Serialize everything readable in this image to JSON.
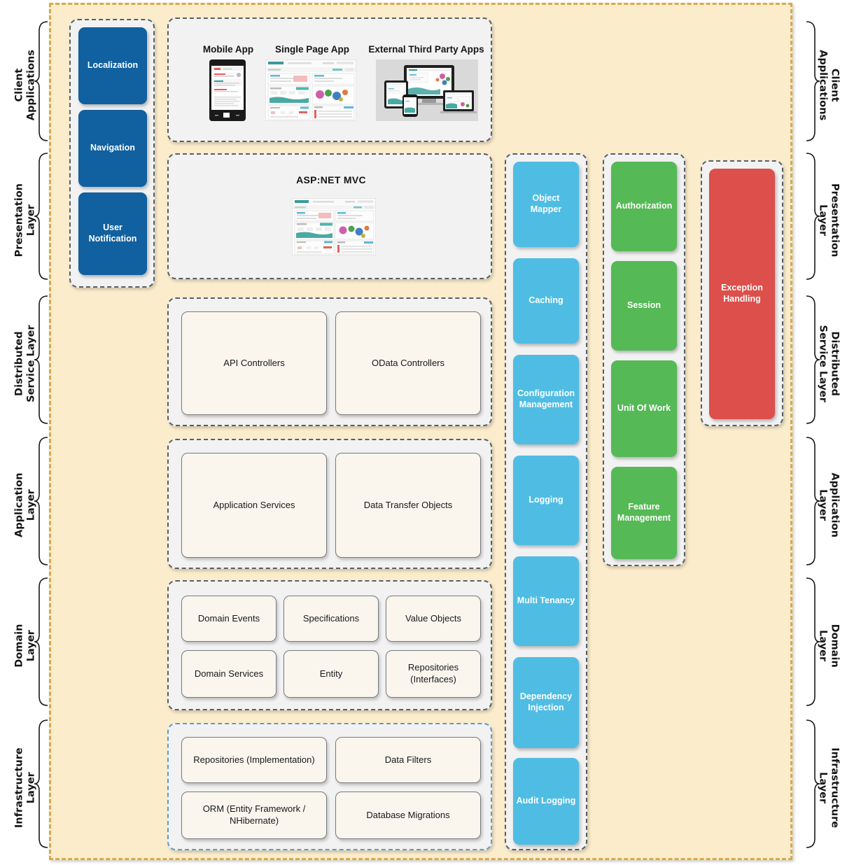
{
  "diagram": {
    "title": "ASP.NET Boilerplate Layered Application Architecture",
    "colors": {
      "canvas_bg": "#fbeccb",
      "canvas_border": "#d8ab47",
      "group_bg": "#f2f2f2",
      "group_border": "#5a5d61",
      "infrastructure_border": "#5b9bd5",
      "navy": "#11609f",
      "cyan": "#4fbde3",
      "green": "#55b956",
      "red": "#dc4f4a",
      "plain_tile": "#faf6ee"
    }
  },
  "left_layers": [
    {
      "label": "Client\nApplications"
    },
    {
      "label": "Presentation\nLayer"
    },
    {
      "label": "Distributed\nService Layer"
    },
    {
      "label": "Application\nLayer"
    },
    {
      "label": "Domain\nLayer"
    },
    {
      "label": "Infrastructure\nLayer"
    }
  ],
  "right_layers": [
    {
      "label": "Client\nApplications"
    },
    {
      "label": "Presentation\nLayer"
    },
    {
      "label": "Distributed\nService Layer"
    },
    {
      "label": "Application\nLayer"
    },
    {
      "label": "Domain\nLayer"
    },
    {
      "label": "Infrastructure\nLayer"
    }
  ],
  "navy_column": {
    "items": [
      {
        "label": "Localization"
      },
      {
        "label": "Navigation"
      },
      {
        "label": "User\nNotification"
      }
    ]
  },
  "client_applications": {
    "items": [
      {
        "label": "Mobile App",
        "art": "phone-screenshot"
      },
      {
        "label": "Single Page App",
        "art": "browser-dashboard-screenshot"
      },
      {
        "label": "External Third Party Apps",
        "art": "multi-device-screenshot"
      }
    ]
  },
  "presentation": {
    "title": "ASP:NET MVC",
    "art": "browser-dashboard-screenshot"
  },
  "distributed_service_layer": {
    "items": [
      {
        "label": "API Controllers"
      },
      {
        "label": "OData Controllers"
      }
    ]
  },
  "application_layer": {
    "items": [
      {
        "label": "Application Services"
      },
      {
        "label": "Data Transfer Objects"
      }
    ]
  },
  "domain_layer": {
    "items": [
      {
        "label": "Domain Events"
      },
      {
        "label": "Specifications"
      },
      {
        "label": "Value Objects"
      },
      {
        "label": "Domain Services"
      },
      {
        "label": "Entity"
      },
      {
        "label": "Repositories\n(Interfaces)"
      }
    ]
  },
  "infrastructure_layer": {
    "items": [
      {
        "label": "Repositories (Implementation)"
      },
      {
        "label": "Data Filters"
      },
      {
        "label": "ORM (Entity Framework /\nNHibernate)"
      },
      {
        "label": "Database Migrations"
      }
    ]
  },
  "cyan_column": {
    "items": [
      {
        "label": "Object Mapper"
      },
      {
        "label": "Caching"
      },
      {
        "label": "Configuration\nManagement"
      },
      {
        "label": "Logging"
      },
      {
        "label": "Multi Tenancy"
      },
      {
        "label": "Dependency\nInjection"
      },
      {
        "label": "Audit Logging"
      }
    ]
  },
  "green_column": {
    "items": [
      {
        "label": "Authorization"
      },
      {
        "label": "Session"
      },
      {
        "label": "Unit Of Work"
      },
      {
        "label": "Feature\nManagement"
      }
    ]
  },
  "red_column": {
    "items": [
      {
        "label": "Exception\nHandling"
      }
    ]
  }
}
